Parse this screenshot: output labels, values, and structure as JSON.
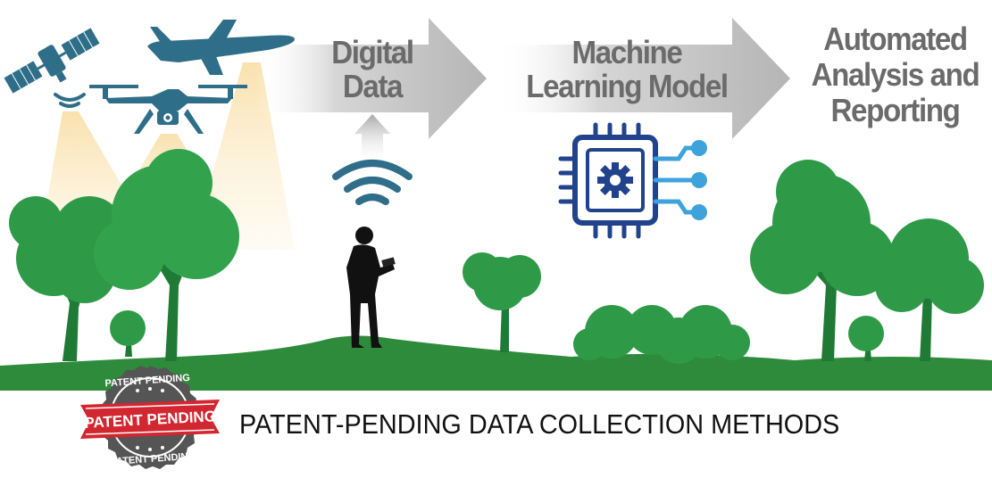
{
  "steps": {
    "digital": [
      "Digital",
      "Data"
    ],
    "ml": [
      "Machine",
      "Learning Model"
    ],
    "analysis": [
      "Automated",
      "Analysis and",
      "Reporting"
    ]
  },
  "badge": {
    "top": "PATENT PENDING",
    "center": "PATENT PENDING",
    "bottom": "PATENT PENDING"
  },
  "caption": "PATENT-PENDING DATA COLLECTION METHODS",
  "colors": {
    "arrow": "#b8b8b8",
    "label": "#6b6b6b",
    "sensor": "#2e6e88",
    "beam": "#f5d68a",
    "tree": "#2e9a48",
    "ground": "#2e8b3c",
    "chip": "#21438c",
    "chip_lines": "#3ea3dc",
    "badge_red": "#d22630",
    "badge_gray": "#555555"
  },
  "icons": [
    "satellite-icon",
    "drone-icon",
    "airplane-icon",
    "wifi-signal-icon",
    "chip-ai-icon",
    "gear-icon",
    "person-tablet-icon",
    "patent-pending-seal"
  ]
}
